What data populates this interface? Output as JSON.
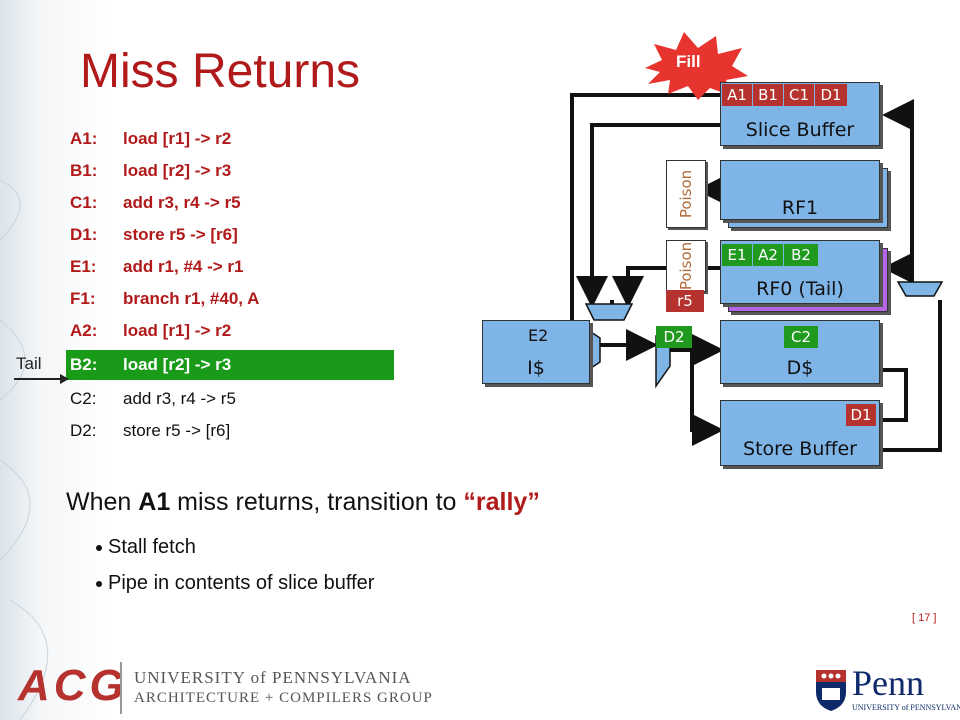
{
  "slide": {
    "title": "Miss Returns",
    "page_number": "[ 17 ]"
  },
  "code": [
    {
      "label": "A1:",
      "instr": "load [r1] -> r2",
      "style": "red"
    },
    {
      "label": "B1:",
      "instr": "load [r2] -> r3",
      "style": "red"
    },
    {
      "label": "C1:",
      "instr": "add r3, r4 -> r5",
      "style": "red"
    },
    {
      "label": "D1:",
      "instr": "store r5 -> [r6]",
      "style": "red"
    },
    {
      "label": "E1:",
      "instr": "add r1, #4 -> r1",
      "style": "blue"
    },
    {
      "label": "F1:",
      "instr": "branch r1, #40, A",
      "style": "blue"
    },
    {
      "label": "A2:",
      "instr": "load [r1] -> r2",
      "style": "blue"
    },
    {
      "label": "B2:",
      "instr": "load [r2] -> r3",
      "style": "hl"
    },
    {
      "label": "C2:",
      "instr": "add r3, r4 -> r5",
      "style": "plain"
    },
    {
      "label": "D2:",
      "instr": "store r5 -> [r6]",
      "style": "plain"
    }
  ],
  "tail_label": "Tail",
  "diagram": {
    "fill_burst": "Fill",
    "slice_buffer": {
      "name": "Slice Buffer",
      "tags": [
        "A1",
        "B1",
        "C1",
        "D1"
      ]
    },
    "rf1": {
      "name": "RF1",
      "poison": "Poison"
    },
    "rf0": {
      "name": "RF0 (Tail)",
      "poison": "Poison",
      "poison_tag": "r5",
      "tags": [
        "E1",
        "A2",
        "B2"
      ]
    },
    "icache": {
      "name": "I$",
      "tag": "E2"
    },
    "fetch_tag": "D2",
    "dcache": {
      "name": "D$",
      "tag": "C2"
    },
    "store_buffer": {
      "name": "Store Buffer",
      "tag": "D1"
    }
  },
  "body_text": {
    "heading_pre": "When ",
    "heading_bold": "A1",
    "heading_mid": " miss returns, transition to ",
    "heading_highlight": "“rally”",
    "bullets": [
      "Stall fetch",
      "Pipe in contents of slice buffer"
    ]
  },
  "footer": {
    "logo_acg": "ACG",
    "univ_line1": "UNIVERSITY of PENNSYLVANIA",
    "univ_line2": "ARCHITECTURE + COMPILERS GROUP",
    "penn_logo": "Penn",
    "penn_sub": "UNIVERSITY of PENNSYLVANIA"
  },
  "colors": {
    "title_red": "#b11a1a",
    "code_blue": "#1a2f8a",
    "highlight_green": "#199b19",
    "box_blue": "#7fb4e6",
    "rf0_purple": "#b566e6",
    "tag_red": "#b5322e",
    "tag_green": "#1f9a1f",
    "burst_red": "#e8342f"
  }
}
